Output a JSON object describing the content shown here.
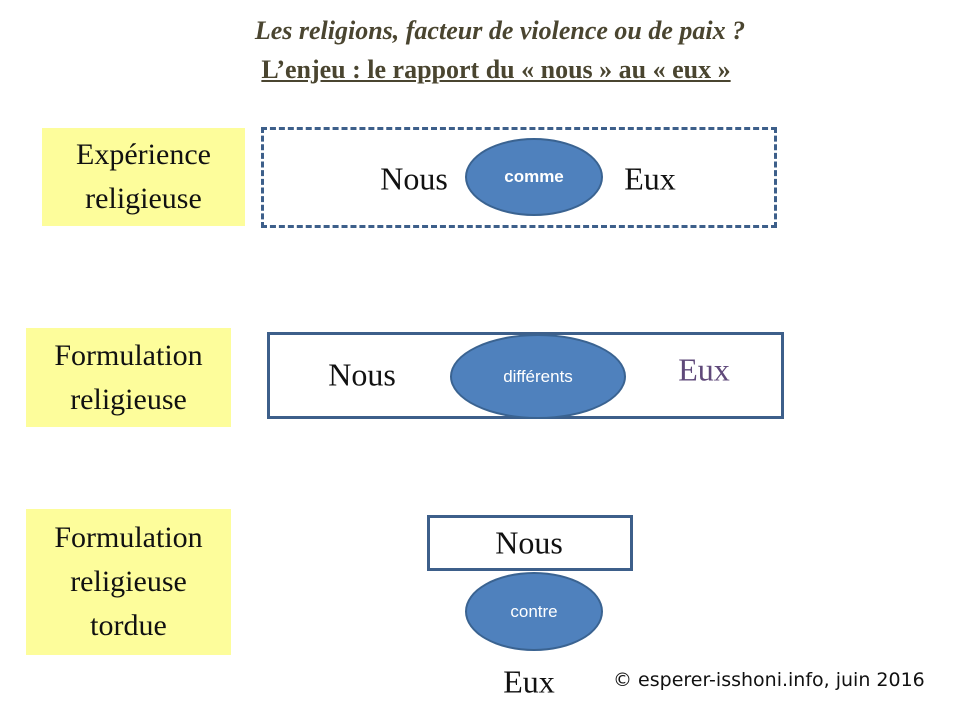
{
  "title": "Les religions, facteur de violence ou de paix ?",
  "subtitle": "L’enjeu : le rapport du « nous » au « eux »",
  "rows": [
    {
      "label_lines": [
        "Expérience",
        "religieuse"
      ],
      "nous": "Nous",
      "relation": "comme",
      "eux": "Eux"
    },
    {
      "label_lines": [
        "Formulation",
        "religieuse"
      ],
      "nous": "Nous",
      "relation": "différents",
      "eux": "Eux"
    },
    {
      "label_lines": [
        "Formulation",
        "religieuse",
        "tordue"
      ],
      "nous": "Nous",
      "relation": "contre",
      "eux": "Eux"
    }
  ],
  "copyright": "© esperer-isshoni.info, juin 2016",
  "colors": {
    "title": "#4a4530",
    "label_bg": "#fdfd9b",
    "ellipse": "#4f81bd",
    "border": "#3d5f8a",
    "eux_row2": "#5f497a"
  }
}
